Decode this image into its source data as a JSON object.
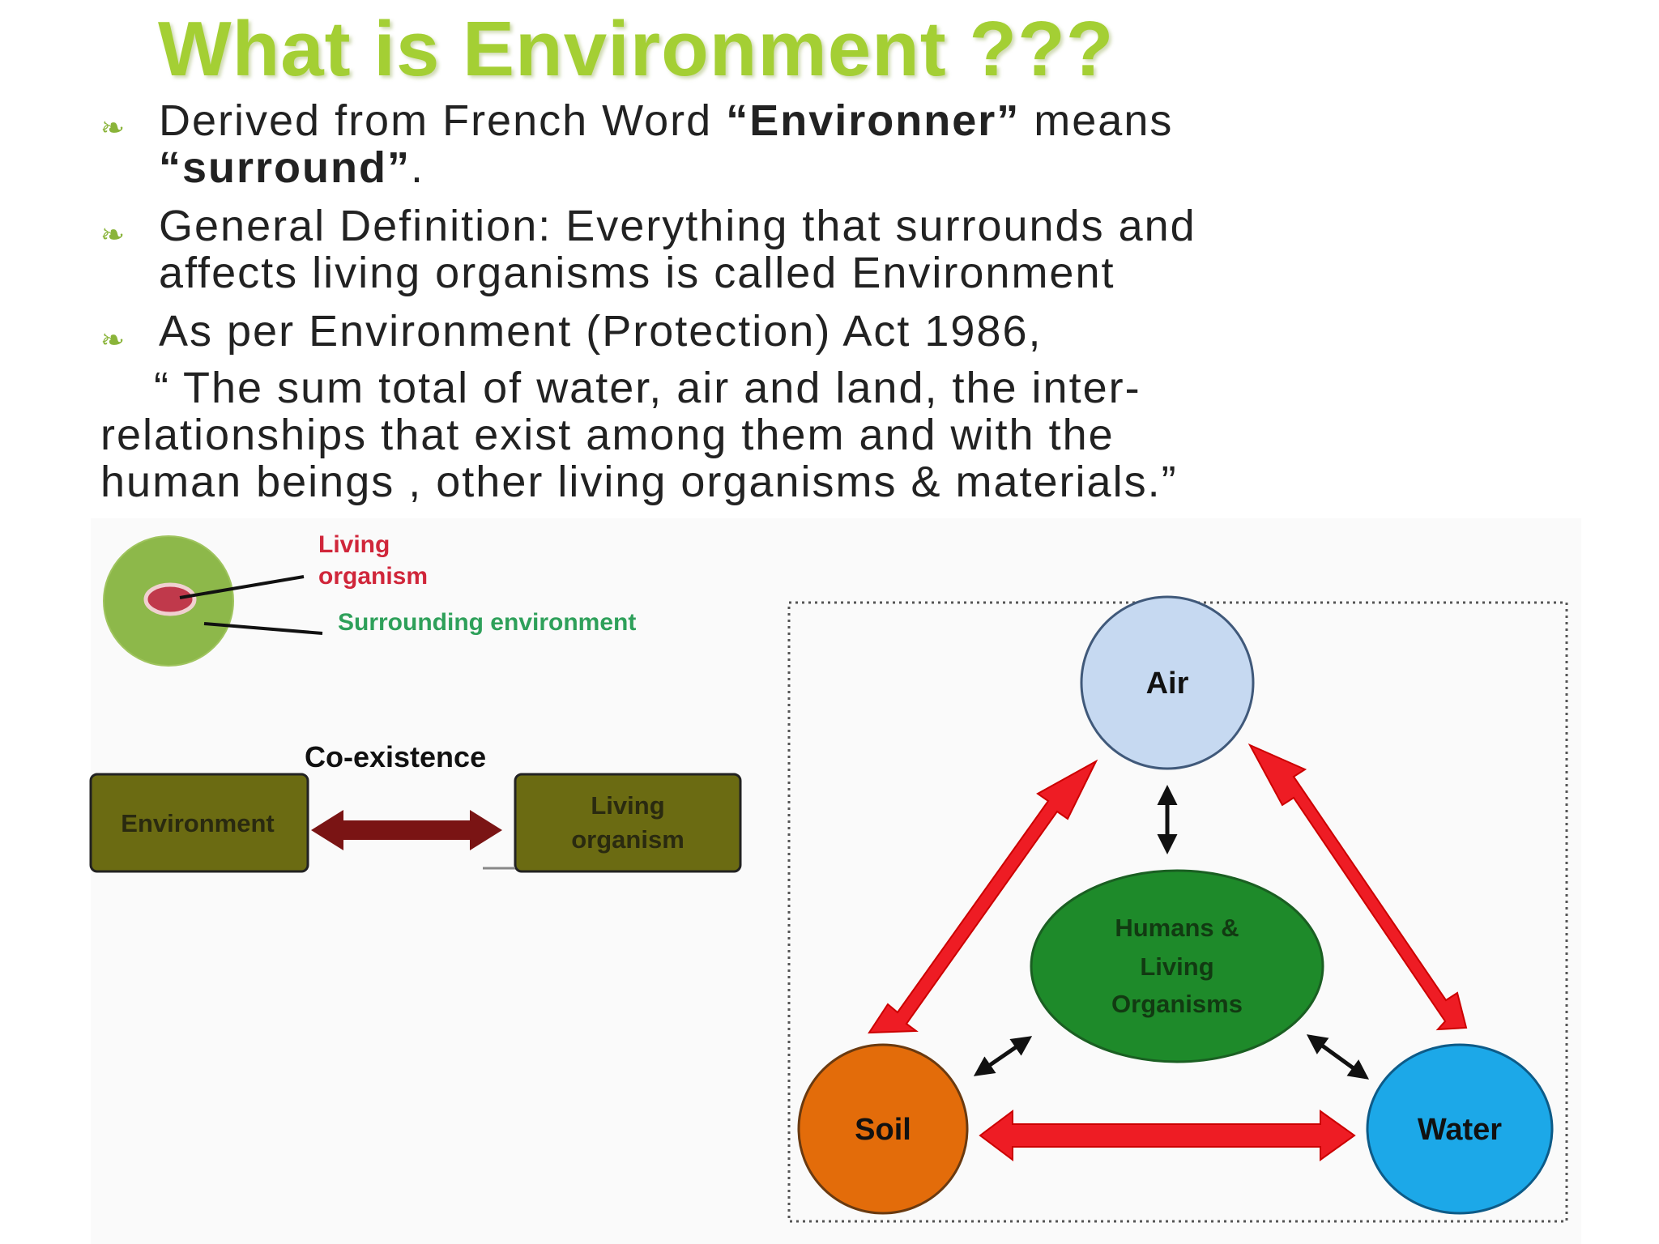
{
  "slide": {
    "title": "What is Environment ???",
    "bullet1": {
      "part1": "Derived from French Word ",
      "term": "“Environner”",
      "part2": " means",
      "term2": "“surround”",
      "tail": "."
    },
    "bullet2": {
      "line1": "General Definition: Everything that surrounds and",
      "line2": "affects living organisms is called Environment"
    },
    "bullet3": {
      "line1": "As per Environment (Protection) Act 1986,"
    },
    "quote": {
      "line1": "“ The sum total of water, air and land, the inter-",
      "line2": "relationships that exist among them and with the",
      "line3": "human beings , other living organisms & materials.”"
    }
  },
  "left_diagram": {
    "label_living": "Living",
    "label_organism": "organism",
    "label_surrounding": "Surrounding environment",
    "coexistence": "Co-existence",
    "box_environment": "Environment",
    "box_living_line1": "Living",
    "box_living_line2": "organism",
    "colors": {
      "outer": "#8db84a",
      "inner": "#c0394b",
      "red_text": "#d0263a",
      "green_text": "#2ea05a",
      "box": "#6b6b12",
      "box_text": "#2a2a10",
      "arrow": "#7a1414"
    }
  },
  "right_diagram": {
    "air": "Air",
    "soil": "Soil",
    "water": "Water",
    "center_line1": "Humans &",
    "center_line2": "Living",
    "center_line3": "Organisms",
    "colors": {
      "air": "#c6d9f1",
      "soil": "#e36c0a",
      "water": "#1ca8e8",
      "center": "#1e8a2a",
      "arrow": "#ee1c24"
    }
  }
}
